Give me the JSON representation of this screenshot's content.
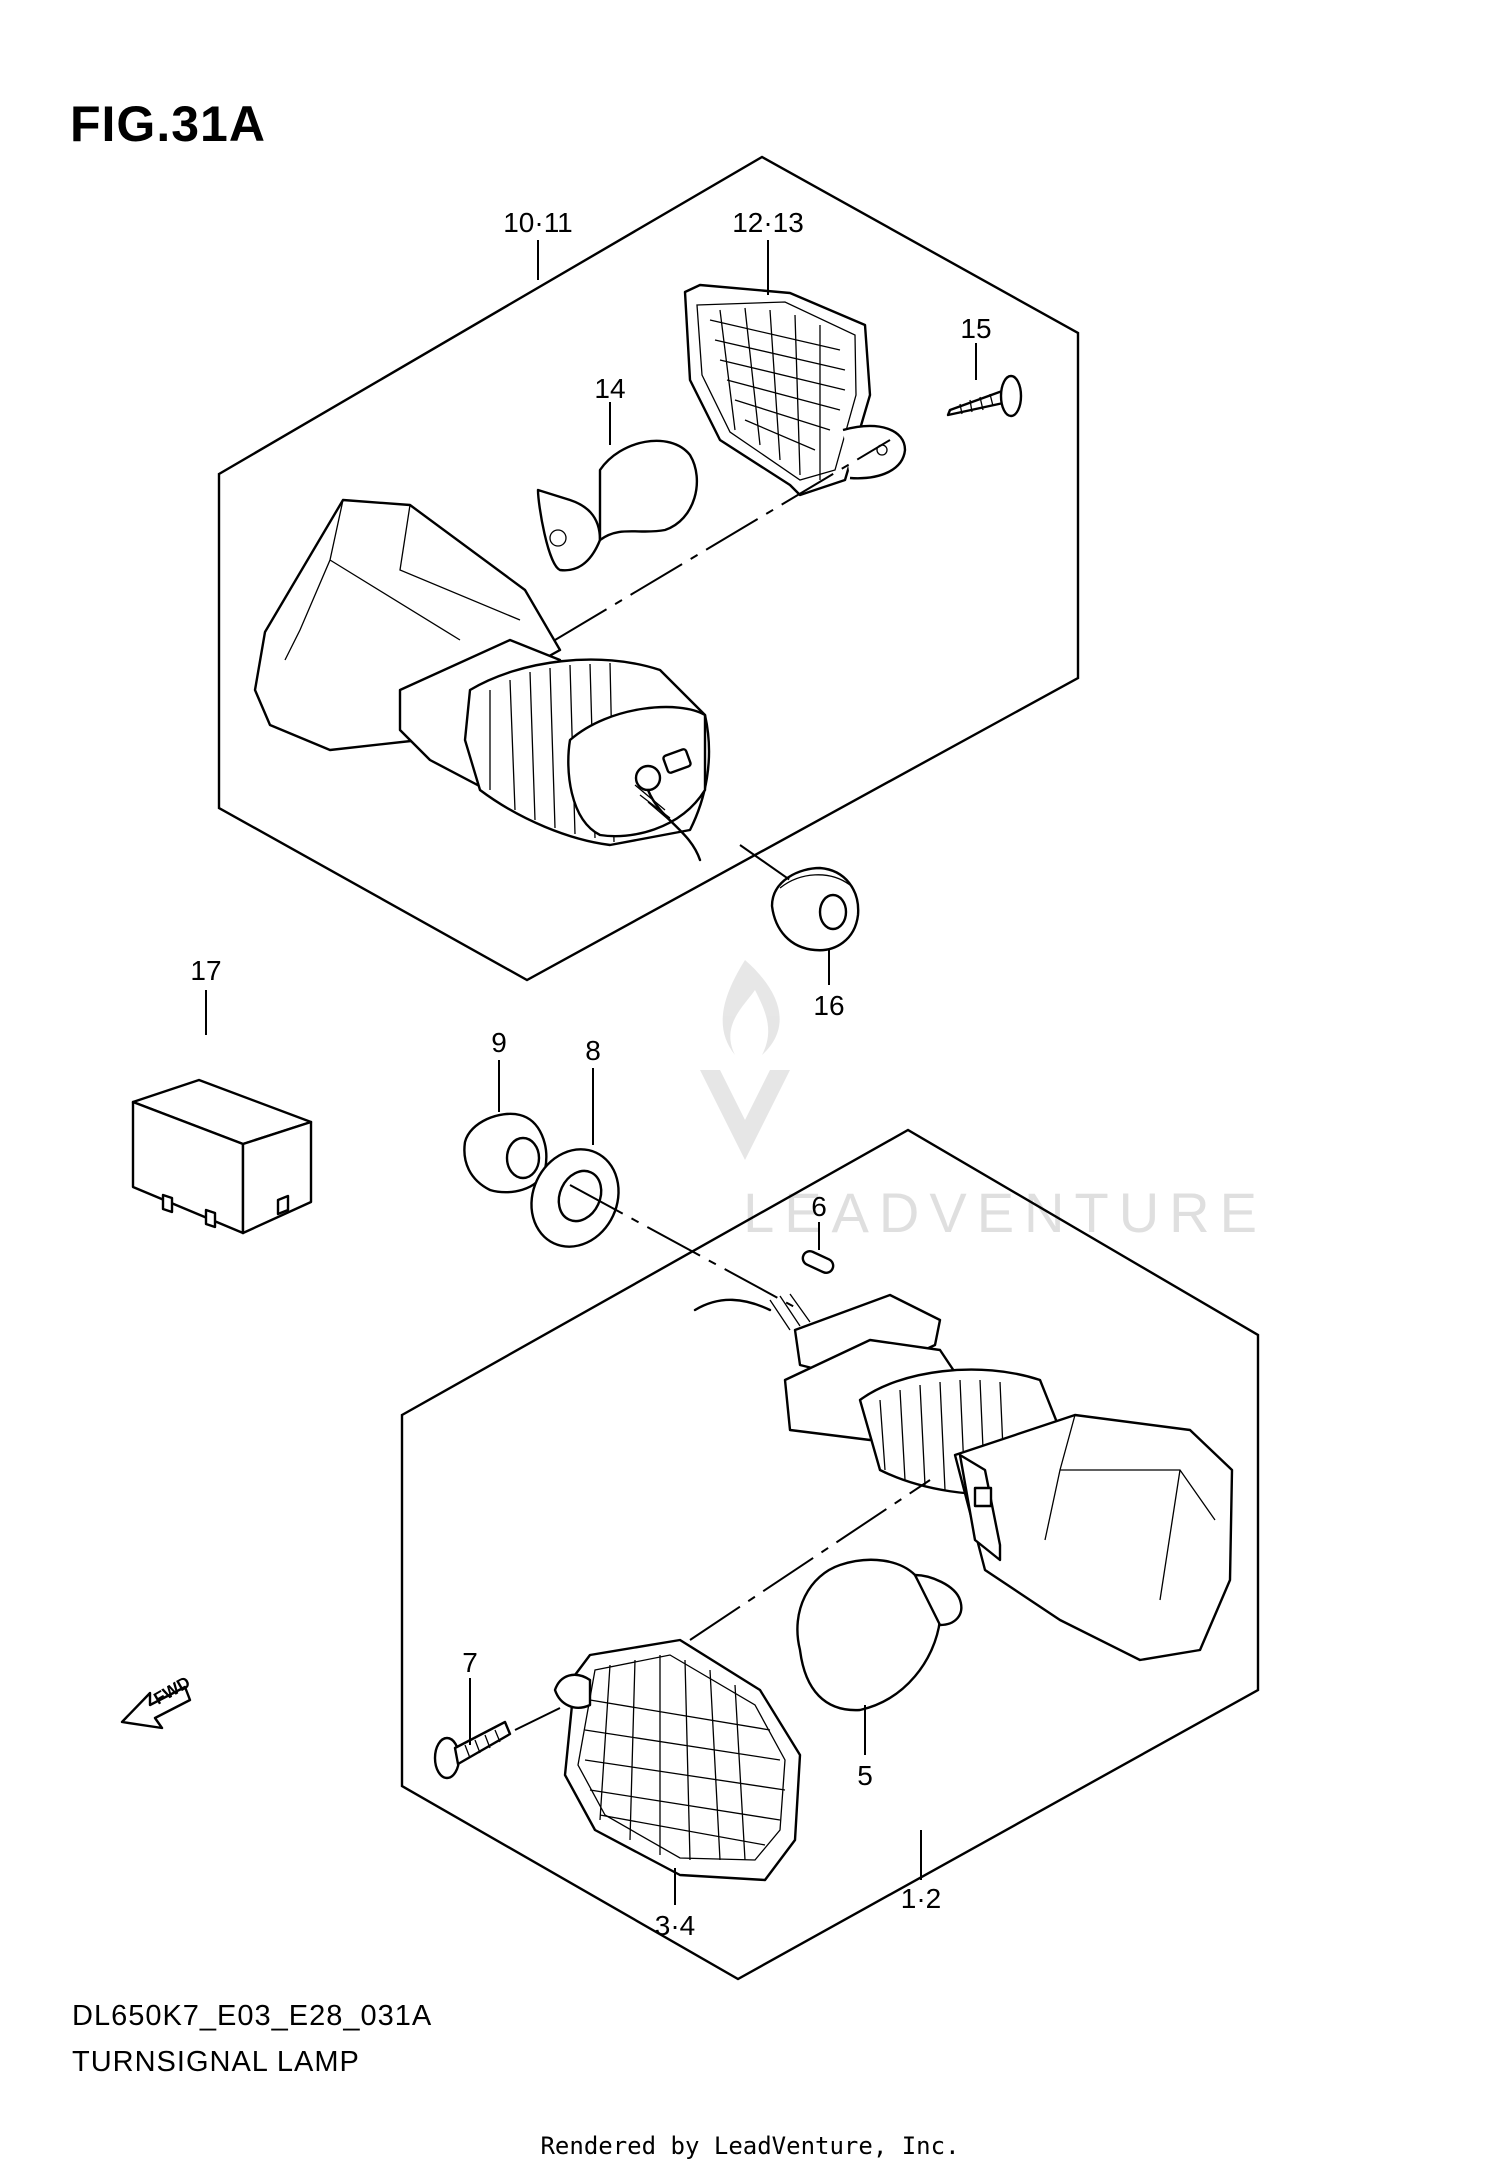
{
  "figure": {
    "title": "FIG.31A",
    "code": "DL650K7_E03_E28_031A",
    "name": "TURNSIGNAL LAMP",
    "footer": "Rendered by LeadVenture, Inc.",
    "watermark": "LEADVENTURE"
  },
  "callouts": [
    {
      "id": "c10-11",
      "text": "10·11"
    },
    {
      "id": "c12-13",
      "text": "12·13"
    },
    {
      "id": "c15",
      "text": "15"
    },
    {
      "id": "c14",
      "text": "14"
    },
    {
      "id": "c16",
      "text": "16"
    },
    {
      "id": "c17",
      "text": "17"
    },
    {
      "id": "c9",
      "text": "9"
    },
    {
      "id": "c8",
      "text": "8"
    },
    {
      "id": "c6",
      "text": "6"
    },
    {
      "id": "c7",
      "text": "7"
    },
    {
      "id": "c5",
      "text": "5"
    },
    {
      "id": "c3-4",
      "text": "3·4"
    },
    {
      "id": "c1-2",
      "text": "1·2"
    }
  ],
  "fwd_label": "FWD",
  "colors": {
    "line": "#000000",
    "background": "#ffffff",
    "watermark": "#dcdcdc"
  }
}
